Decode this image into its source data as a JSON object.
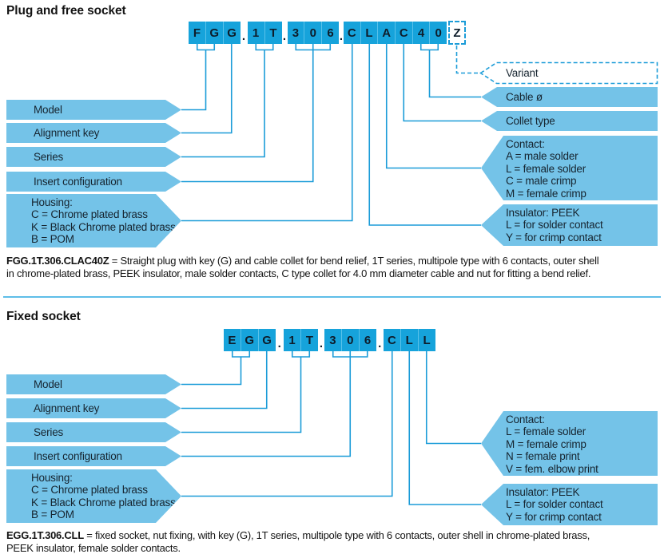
{
  "colors": {
    "box_blue": "#16a3db",
    "arrow_blue": "#74c3e8",
    "line_blue": "#1b9cd8"
  },
  "s1": {
    "heading": "Plug and free socket",
    "code": [
      "F",
      "G",
      "G",
      ".",
      "1",
      "T",
      ".",
      "3",
      "0",
      "6",
      ".",
      "C",
      "L",
      "A",
      "C",
      "4",
      "0",
      "Z"
    ],
    "left": {
      "model": "Model",
      "alignment": "Alignment key",
      "series": "Series",
      "insert": "Insert configuration",
      "housing": [
        "Housing:",
        "C = Chrome plated brass",
        "K = Black Chrome plated brass",
        "B = POM"
      ]
    },
    "right": {
      "variant": "Variant",
      "cable": "Cable ø",
      "collet": "Collet type",
      "contact": [
        "Contact:",
        "A = male solder",
        "L = female solder",
        "C = male crimp",
        "M = female crimp"
      ],
      "insulator": [
        "Insulator: PEEK",
        "L = for solder contact",
        "Y = for crimp contact"
      ]
    },
    "desc": {
      "part": "FGG.1T.306.CLAC40Z",
      "line1": " = Straight plug with key (G) and cable collet for bend relief, 1T series, multipole type with 6 contacts, outer shell",
      "line2": "in chrome-plated brass, PEEK insulator, male solder contacts, C type collet for 4.0 mm diameter cable and nut for fitting a bend relief."
    }
  },
  "s2": {
    "heading": "Fixed socket",
    "code": [
      "E",
      "G",
      "G",
      ".",
      "1",
      "T",
      ".",
      "3",
      "0",
      "6",
      ".",
      "C",
      "L",
      "L"
    ],
    "left": {
      "model": "Model",
      "alignment": "Alignment key",
      "series": "Series",
      "insert": "Insert configuration",
      "housing": [
        "Housing:",
        "C = Chrome plated brass",
        "K = Black Chrome plated brass",
        "B = POM"
      ]
    },
    "right": {
      "contact": [
        "Contact:",
        "L = female solder",
        "M = female crimp",
        "N = female print",
        "V = fem. elbow print"
      ],
      "insulator": [
        "Insulator: PEEK",
        "L = for solder contact",
        "Y = for crimp contact"
      ]
    },
    "desc": {
      "part": "EGG.1T.306.CLL",
      "line1": " = fixed socket, nut fixing, with key (G), 1T series, multipole type with 6 contacts, outer shell in chrome-plated brass,",
      "line2": "PEEK insulator, female solder contacts."
    }
  }
}
